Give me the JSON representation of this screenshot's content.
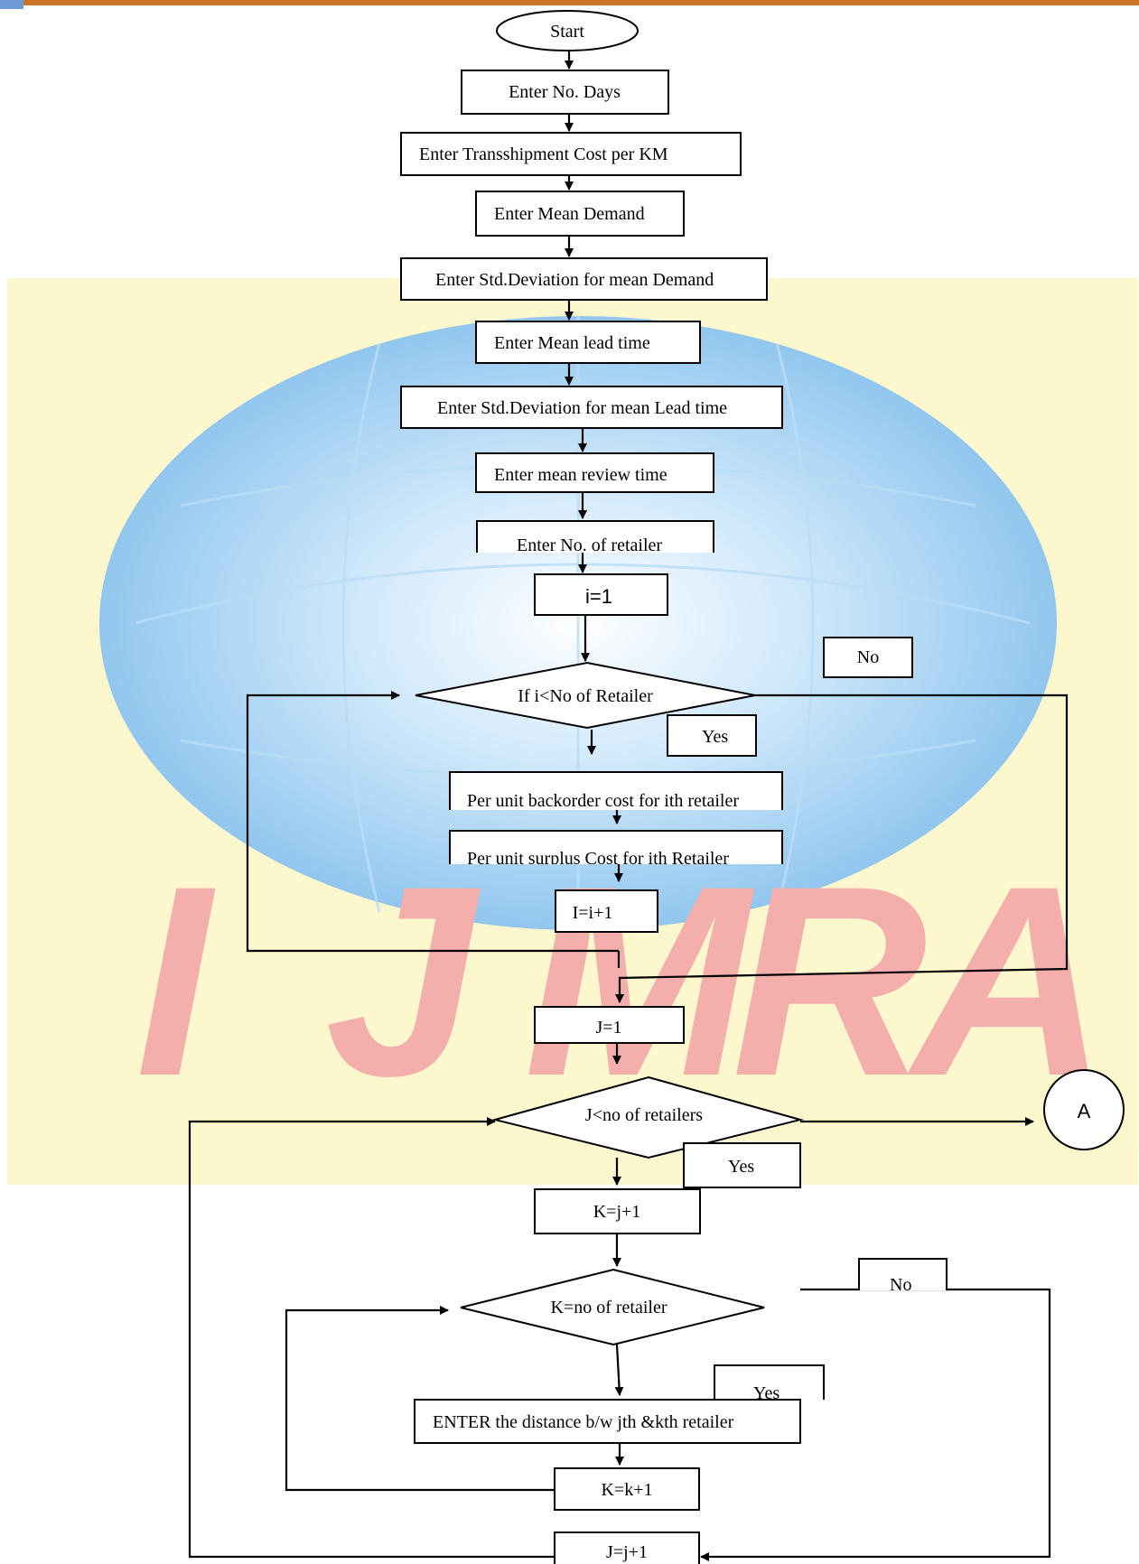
{
  "watermark": {
    "letters": [
      "I",
      "J",
      "M",
      "R",
      "A"
    ],
    "color": "#f4aaa8",
    "band_color": "#fdf7cc",
    "globe_color": "#9fd0f2"
  },
  "flowchart": {
    "start": "Start",
    "enter_days": "Enter No. Days",
    "enter_transship_cost": "Enter Transshipment Cost per KM",
    "enter_mean_demand": "Enter Mean Demand",
    "enter_sd_demand": "Enter Std.Deviation for mean Demand",
    "enter_mean_lead": "Enter Mean lead time",
    "enter_sd_lead": "Enter Std.Deviation for mean Lead time",
    "enter_review": "Enter mean review time",
    "enter_retailers": "Enter No. of retailer",
    "init_i": "i=1",
    "decision_i": "If  i<No of Retailer",
    "no_1": "No",
    "yes_1": "Yes",
    "backorder_cost": "Per unit backorder cost for ith retailer",
    "surplus_cost": "Per unit surplus Cost for ith Retailer",
    "incr_i": "I=i+1",
    "init_j": "J=1",
    "decision_j": "J<no of retailers",
    "connector_a": "A",
    "yes_2": "Yes",
    "init_k": "K=j+1",
    "decision_k": "K=no of retailer",
    "no_2": "No",
    "yes_3": "Yes",
    "enter_distance": "ENTER the distance b/w jth &kth retailer",
    "incr_k": "K=k+1",
    "incr_j": "J=j+1"
  }
}
